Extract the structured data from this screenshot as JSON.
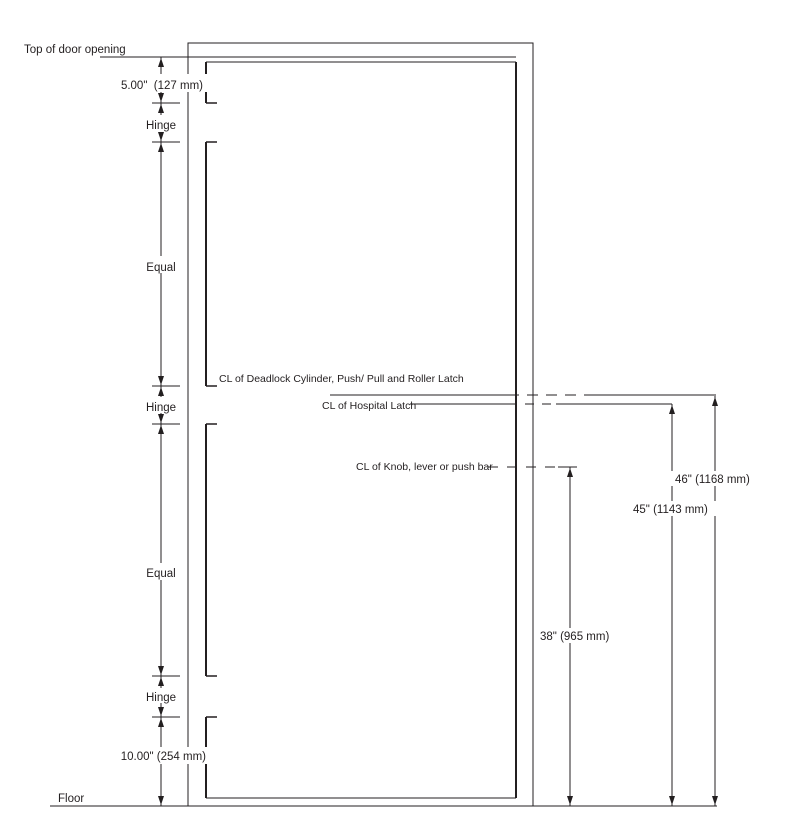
{
  "drawing": {
    "labels": {
      "top_of_door_opening": "Top of door opening",
      "floor": "Floor"
    },
    "hinge_labels": [
      "Hinge",
      "Hinge",
      "Hinge"
    ],
    "equal_labels": [
      "Equal",
      "Equal"
    ],
    "centerline_labels": {
      "deadlock": "CL of Deadlock Cylinder, Push/ Pull and Roller Latch",
      "hospital_latch": "CL of Hospital Latch",
      "knob": "CL of Knob, lever or push bar"
    },
    "dimension_labels": {
      "top_offset": "5.00\"  (127 mm)",
      "bottom_offset": "10.00\" (254 mm)",
      "deadlock_height": "46\" (1168 mm)",
      "hospital_height": "45\" (1143 mm)",
      "knob_height": "38\" (965 mm)"
    },
    "colors": {
      "line": "#231f20",
      "text": "#231f20",
      "background": "#ffffff"
    }
  }
}
